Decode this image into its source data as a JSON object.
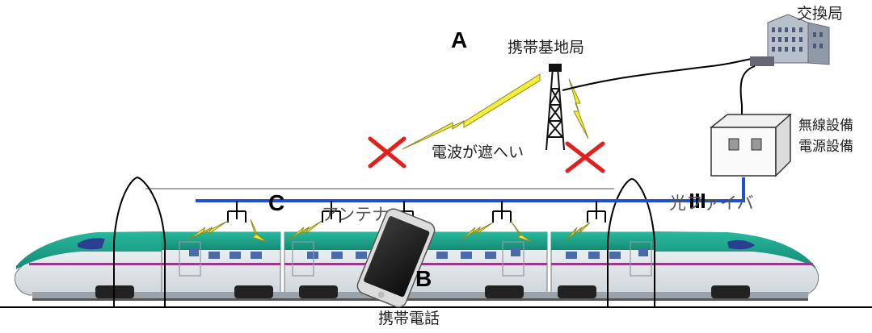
{
  "labels": {
    "marker_a": "A",
    "marker_b": "B",
    "marker_c": "C",
    "base_station": "携帯基地局",
    "exchange": "交換局",
    "wireless_equipment": "無線設備",
    "power_equipment": "電源設備",
    "radio_blocked": "電波が遮へい",
    "optical_fiber": "光ファイバ",
    "antenna": "アンテナ",
    "mobile_phone": "携帯電話"
  },
  "colors": {
    "fiber_line": "#1a4fd6",
    "lightning": "#f3ee3a",
    "lightning_stroke": "#8a8a20",
    "cross": "#e0201c",
    "train_body": "#e6ecf0",
    "train_green": "#1aa58b",
    "train_stripe": "#9b3a8b",
    "window": "#4a6aa8"
  },
  "icons": [
    "base-station-tower-icon",
    "exchange-building-icon",
    "equipment-cabinet-icon",
    "smartphone-icon",
    "antenna-icon",
    "lightning-icon",
    "cross-mark-icon",
    "shinkansen-train-icon"
  ]
}
